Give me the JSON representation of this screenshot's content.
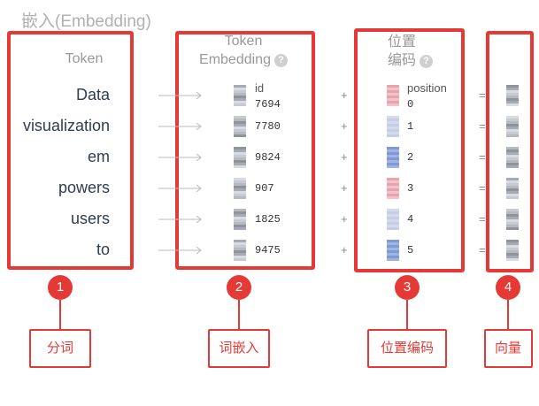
{
  "title": "嵌入(Embedding)",
  "headers": {
    "token": "Token",
    "token_embedding_l1": "Token",
    "token_embedding_l2": "Embedding",
    "position_encoding_l1": "位置",
    "position_encoding_l2": "编码",
    "help_glyph": "?"
  },
  "subheaders": {
    "id": "id",
    "position": "position"
  },
  "rows": [
    {
      "token": "Data",
      "id": "7694",
      "position": "0"
    },
    {
      "token": "visualization",
      "id": "7780",
      "position": "1"
    },
    {
      "token": "em",
      "id": "9824",
      "position": "2"
    },
    {
      "token": "powers",
      "id": "907",
      "position": "3"
    },
    {
      "token": "users",
      "id": "1825",
      "position": "4"
    },
    {
      "token": "to",
      "id": "9475",
      "position": "5"
    }
  ],
  "operators": {
    "plus": "+",
    "equals": "="
  },
  "steps": [
    {
      "number": "1",
      "label": "分词"
    },
    {
      "number": "2",
      "label": "词嵌入"
    },
    {
      "number": "3",
      "label": "位置编码"
    },
    {
      "number": "4",
      "label": "向量"
    }
  ],
  "colors": {
    "accent": "#e53935",
    "token_text": "#2f3d52",
    "header_text": "#999999",
    "gray_vec": [
      "#a6aab2",
      "#c7cbd1",
      "#8f949c",
      "#d8dbe0",
      "#b5b9c0"
    ],
    "pos_vec": [
      "#e9a3ae",
      "#9fb4e0",
      "#d6d9e8",
      "#f2c2c8",
      "#7e99d6",
      "#c6cdea"
    ]
  }
}
